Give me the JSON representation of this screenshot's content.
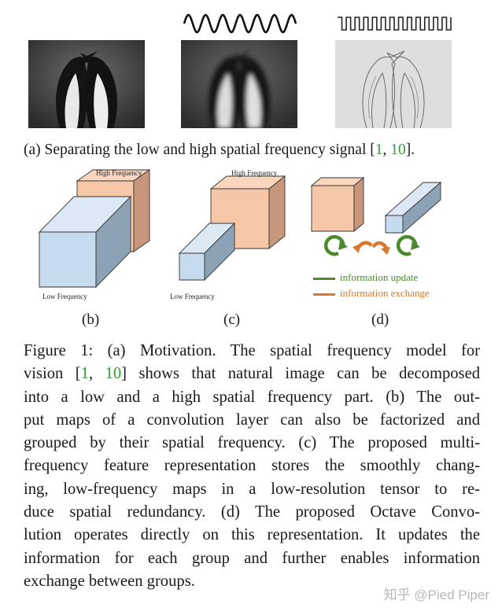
{
  "panel_a": {
    "caption_prefix": "(a) Separating the low and high spatial frequency signal [",
    "cite1": "1",
    "cite_sep": ", ",
    "cite2": "10",
    "caption_suffix": "]."
  },
  "panel_b": {
    "label": "(b)",
    "high_label": "High Frequency",
    "low_label": "Low Frequency"
  },
  "panel_c": {
    "label": "(c)",
    "high_label": "High Frequency",
    "low_label": "Low Frequency"
  },
  "panel_d": {
    "label": "(d)",
    "legend_update": "information update",
    "legend_exchange": "information exchange"
  },
  "colors": {
    "high_freq": "#f6c7a6",
    "low_freq": "#c7dbef",
    "update": "#4d8a2e",
    "exchange": "#d8782c",
    "cite": "#2ca02c"
  },
  "caption": {
    "line1": "Figure 1: (a) Motivation. The spatial frequency model for",
    "line2_pre": "vision [",
    "line2_c1": "1",
    "line2_sep": ", ",
    "line2_c2": "10",
    "line2_post": "] shows that natural image can be decomposed",
    "line3": "into a low and a high spatial frequency part. (b) The out-",
    "line4": "put maps of a convolution layer can also be factorized and",
    "line5": "grouped by their spatial frequency. (c) The proposed multi-",
    "line6": "frequency feature representation stores the smoothly chang-",
    "line7": "ing, low-frequency maps in a low-resolution tensor to re-",
    "line8": "duce spatial redundancy. (d) The proposed Octave Convo-",
    "line9": "lution operates directly on this representation. It updates the",
    "line10": "information for each group and further enables information",
    "line11": "exchange between groups."
  },
  "watermark": "知乎 @Pied Piper"
}
